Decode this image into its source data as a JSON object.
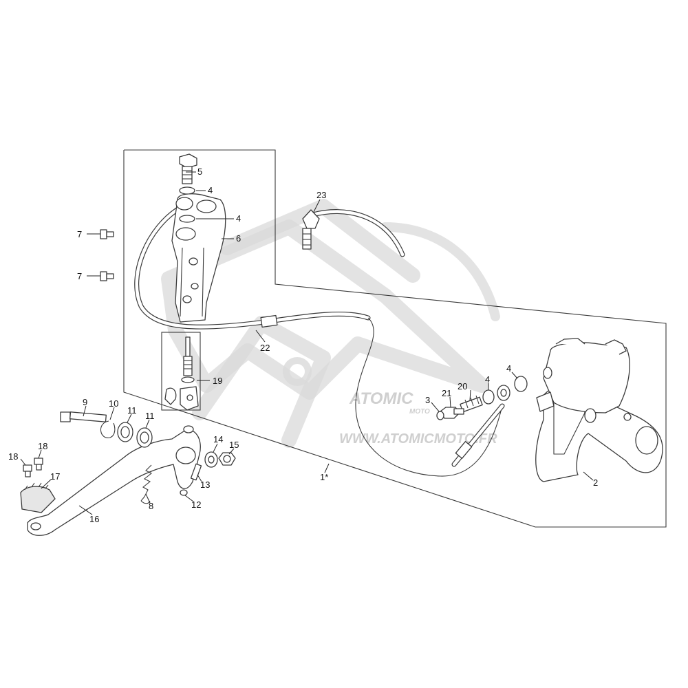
{
  "diagram": {
    "callouts": {
      "c1": "1*",
      "c2": "2",
      "c3": "3",
      "c4a": "4",
      "c4b": "4",
      "c4c": "4",
      "c4d": "4",
      "c5": "5",
      "c6": "6",
      "c7a": "7",
      "c7b": "7",
      "c8": "8",
      "c9": "9",
      "c10": "10",
      "c11a": "11",
      "c11b": "11",
      "c12": "12",
      "c13": "13",
      "c14": "14",
      "c15": "15",
      "c16": "16",
      "c17": "17",
      "c18a": "18",
      "c18b": "18",
      "c19": "19",
      "c20": "20",
      "c21": "21",
      "c22": "22",
      "c23": "23"
    },
    "watermark": {
      "brand": "ATOMIC",
      "brand_sub": "MOTO",
      "url": "WWW.ATOMICMOTO.FR"
    }
  }
}
